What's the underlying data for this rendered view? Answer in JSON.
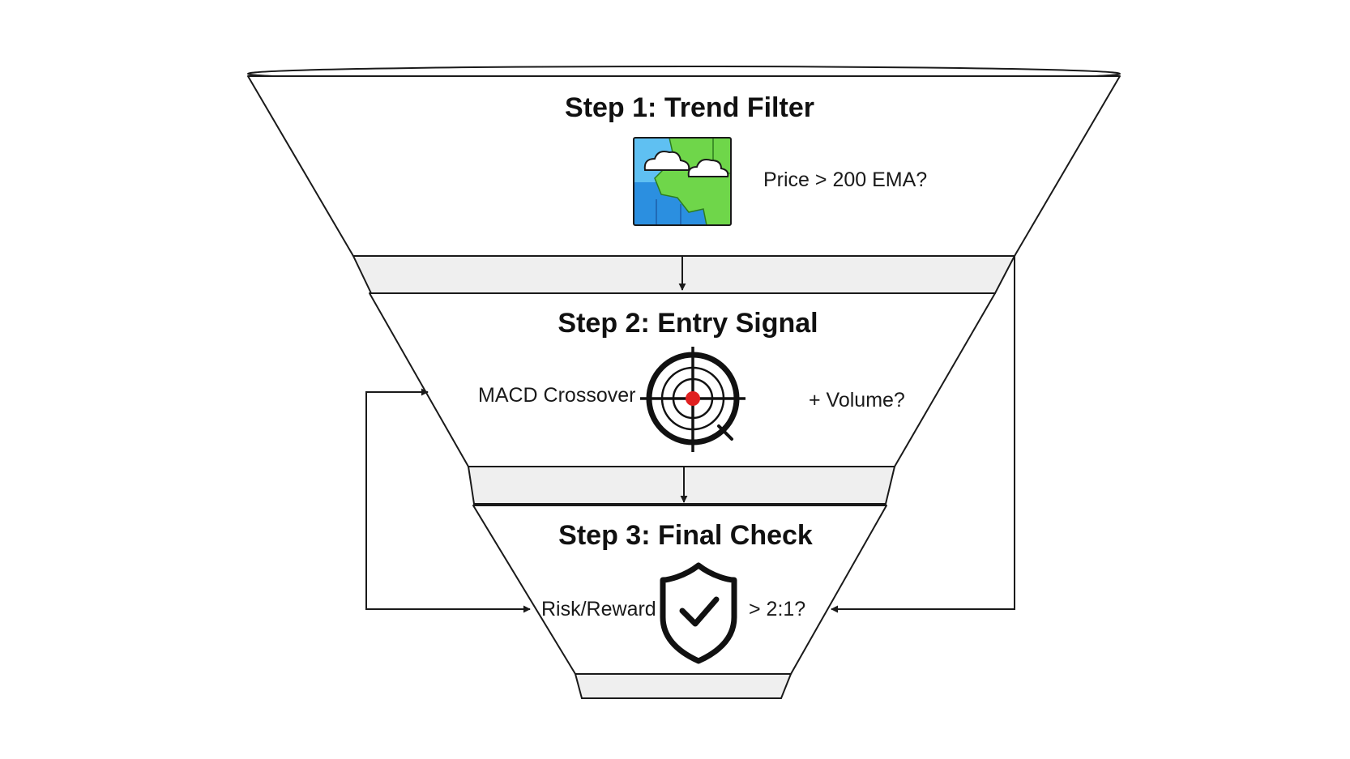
{
  "stages": [
    {
      "title": "Step 1: Trend Filter",
      "icon": "map-icon",
      "conditions": [
        "Price > 200 EMA?"
      ]
    },
    {
      "title": "Step 2: Entry Signal",
      "icon": "crosshair-target-icon",
      "conditions": [
        "MACD Crossover",
        "+ Volume?"
      ]
    },
    {
      "title": "Step 3: Final Check",
      "icon": "shield-check-icon",
      "conditions": [
        "Risk/Reward",
        "> 2:1?"
      ]
    }
  ],
  "colors": {
    "outline": "#1a1a1a",
    "band": "#efefef",
    "map_water": "#2b8fe0",
    "map_land": "#6fd64a",
    "target_dot": "#e02020"
  }
}
